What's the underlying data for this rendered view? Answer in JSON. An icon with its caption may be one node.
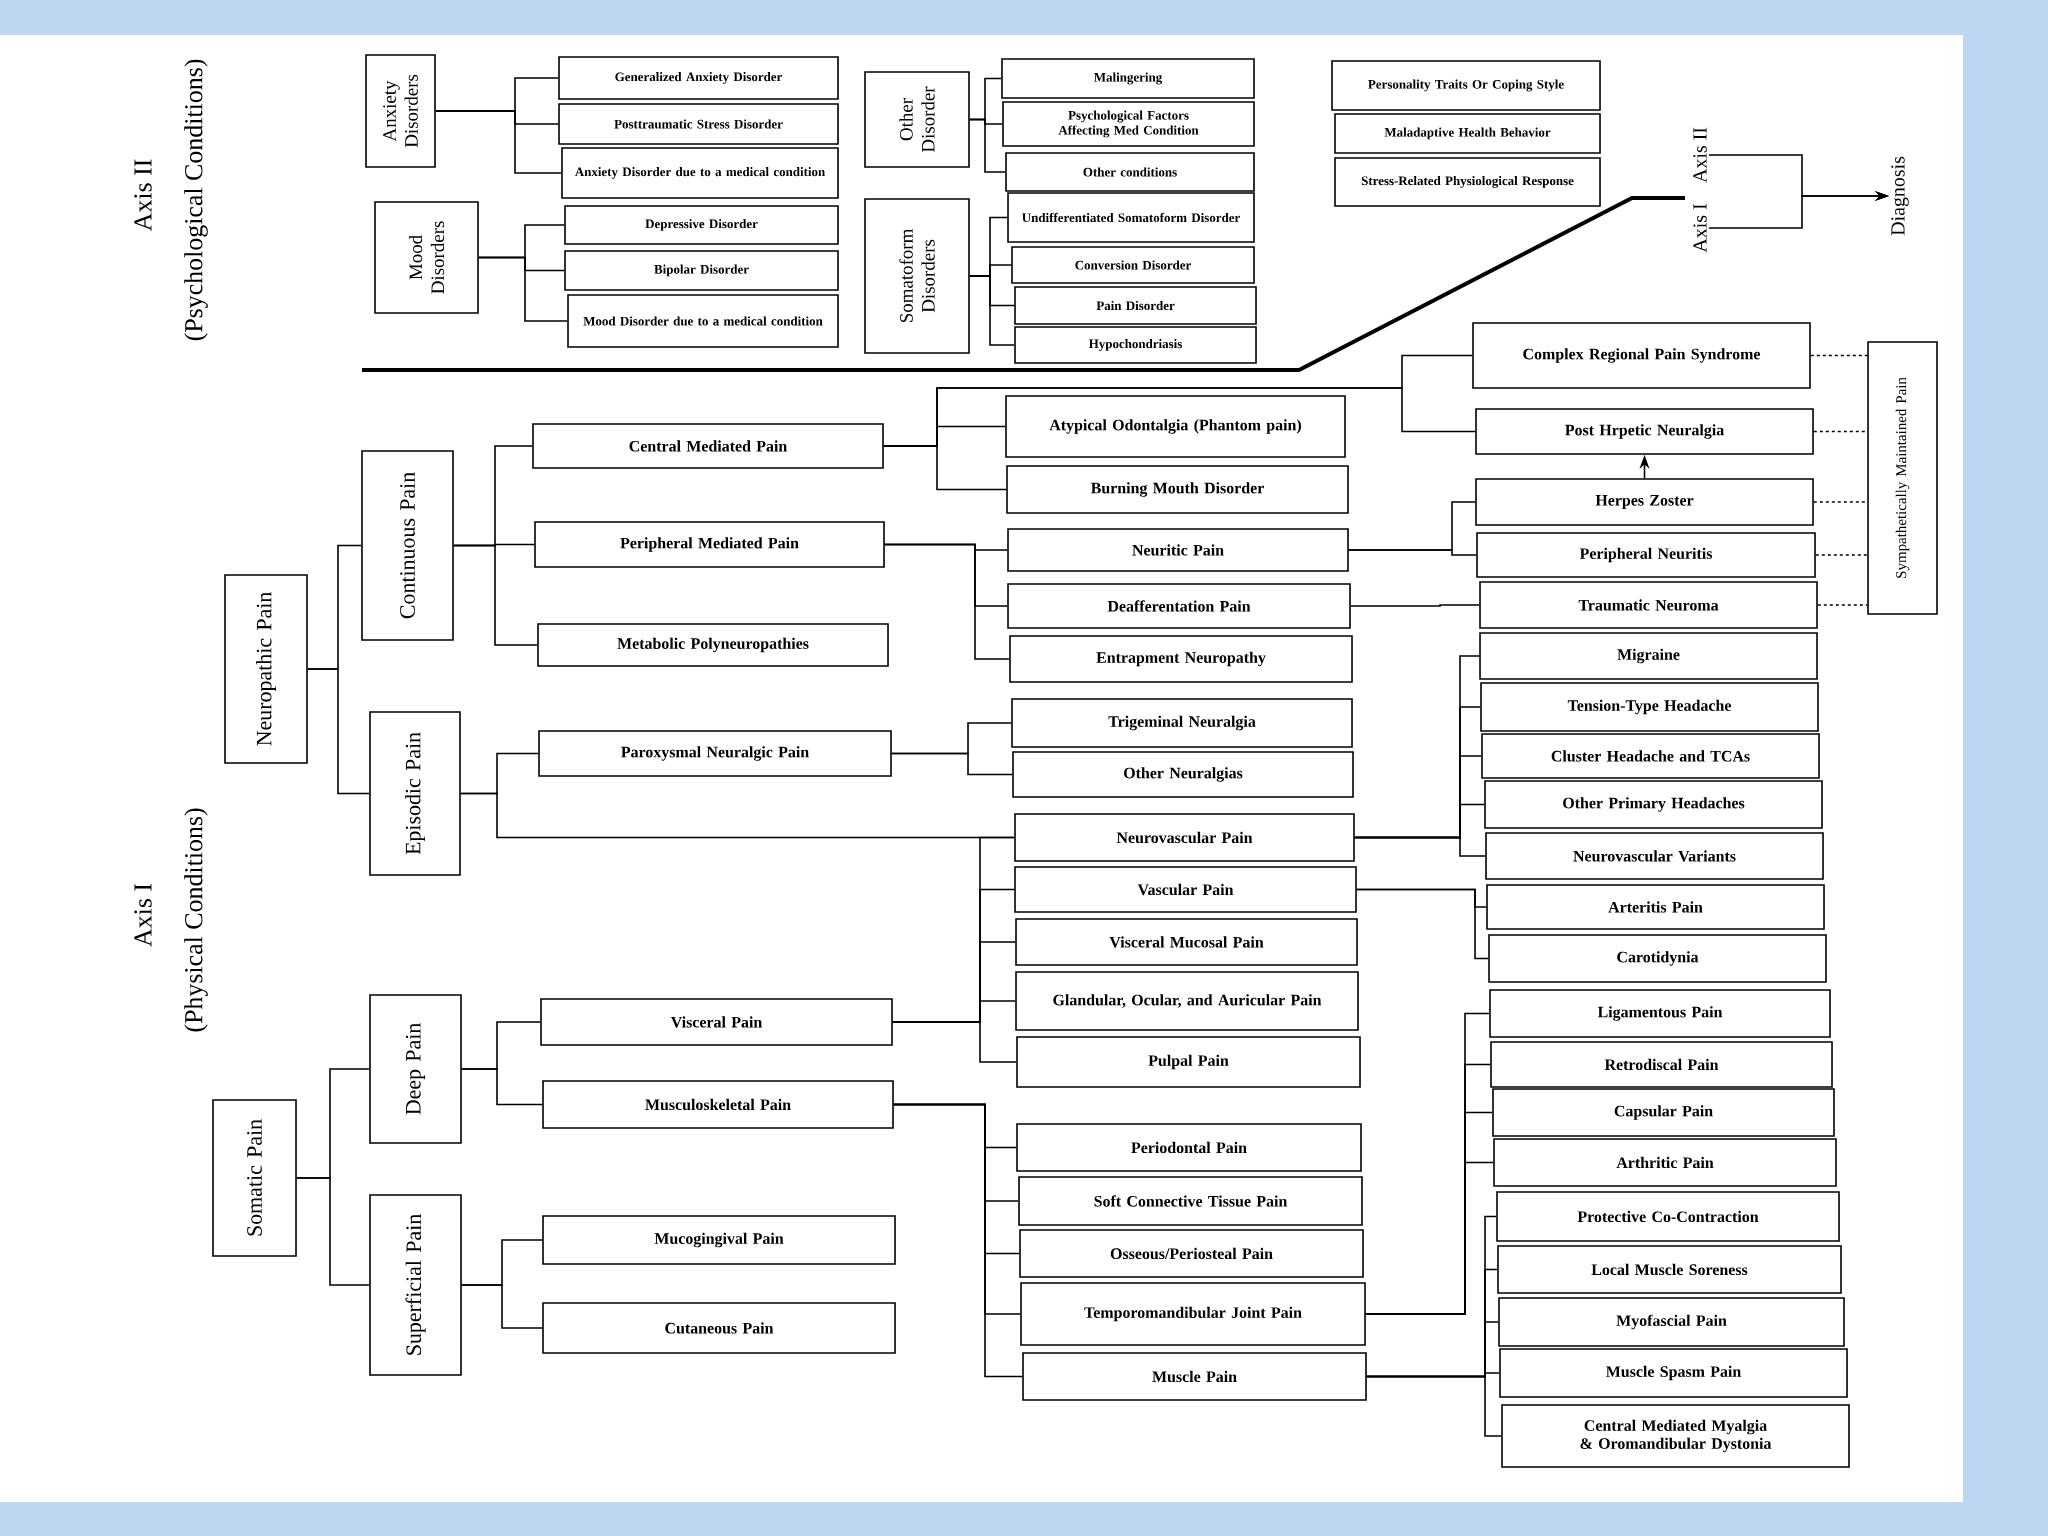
{
  "diagram": {
    "nodes": [
      {
        "text": [
          "Anxiety Disorders"
        ]
      },
      {
        "text": [
          "Generalized Anxiety Disorder"
        ]
      },
      {
        "text": [
          "Posttraumatic Stress Disorder"
        ]
      },
      {
        "text": [
          "Anxiety Disorder due to a medical condition"
        ]
      },
      {
        "text": [
          "Mood Disorders"
        ]
      },
      {
        "text": [
          "Depressive Disorder"
        ]
      },
      {
        "text": [
          "Bipolar Disorder"
        ]
      },
      {
        "text": [
          "Mood Disorder due to a medical condition"
        ]
      },
      {
        "text": [
          "Other Disorder"
        ]
      },
      {
        "text": [
          "Malingering"
        ]
      },
      {
        "text": [
          "Psychological Factors Affecting Med Condition"
        ]
      },
      {
        "text": [
          "Other conditions"
        ]
      },
      {
        "text": [
          "Somatoform Disorders"
        ]
      },
      {
        "text": [
          "Undifferentiated Somatoform Disorder"
        ]
      },
      {
        "text": [
          "Conversion Disorder"
        ]
      },
      {
        "text": [
          "Pain Disorder"
        ]
      },
      {
        "text": [
          "Hypochondriasis"
        ]
      },
      {
        "text": [
          "Personality Traits Or Coping Style"
        ]
      },
      {
        "text": [
          "Maladaptive Health Behavior"
        ]
      },
      {
        "text": [
          "Stress-Related Physiological Response"
        ]
      },
      {
        "text": [
          "Axis II"
        ]
      },
      {
        "text": [
          "Axis I"
        ]
      },
      {
        "text": [
          "Diagnosis"
        ]
      },
      {
        "text": [
          "Neuropathic Pain"
        ]
      },
      {
        "text": [
          "Continuous Pain"
        ]
      },
      {
        "text": [
          "Episodic Pain"
        ]
      },
      {
        "text": [
          "Central Mediated Pain"
        ]
      },
      {
        "text": [
          "Peripheral Mediated Pain"
        ]
      },
      {
        "text": [
          "Metabolic Polyneuropathies"
        ]
      },
      {
        "text": [
          "Paroxysmal Neuralgic Pain"
        ]
      },
      {
        "text": [
          "Atypical Odontalgia (Phantom pain)"
        ]
      },
      {
        "text": [
          "Burning Mouth Disorder"
        ]
      },
      {
        "text": [
          "Neuritic Pain"
        ]
      },
      {
        "text": [
          "Deafferentation Pain"
        ]
      },
      {
        "text": [
          "Entrapment Neuropathy"
        ]
      },
      {
        "text": [
          "Trigeminal Neuralgia"
        ]
      },
      {
        "text": [
          "Other Neuralgias"
        ]
      },
      {
        "text": [
          "Neurovascular Pain"
        ]
      },
      {
        "text": [
          "Complex Regional Pain Syndrome"
        ]
      },
      {
        "text": [
          "Post Hrpetic Neuralgia"
        ]
      },
      {
        "text": [
          "Herpes Zoster"
        ]
      },
      {
        "text": [
          "Peripheral Neuritis"
        ]
      },
      {
        "text": [
          "Traumatic Neuroma"
        ]
      },
      {
        "text": [
          "Sympathetically Maintained Pain"
        ]
      },
      {
        "text": [
          "Migraine"
        ]
      },
      {
        "text": [
          "Tension-Type Headache"
        ]
      },
      {
        "text": [
          "Cluster Headache and TCAs"
        ]
      },
      {
        "text": [
          "Other Primary Headaches"
        ]
      },
      {
        "text": [
          "Neurovascular Variants"
        ]
      },
      {
        "text": [
          "Somatic Pain"
        ]
      },
      {
        "text": [
          "Deep Pain"
        ]
      },
      {
        "text": [
          "Superficial Pain"
        ]
      },
      {
        "text": [
          "Visceral Pain"
        ]
      },
      {
        "text": [
          "Musculoskeletal Pain"
        ]
      },
      {
        "text": [
          "Mucogingival Pain"
        ]
      },
      {
        "text": [
          "Cutaneous Pain"
        ]
      },
      {
        "text": [
          "Vascular Pain"
        ]
      },
      {
        "text": [
          "Visceral Mucosal Pain"
        ]
      },
      {
        "text": [
          "Glandular, Ocular, and Auricular Pain"
        ]
      },
      {
        "text": [
          "Pulpal Pain"
        ]
      },
      {
        "text": [
          "Arteritis Pain"
        ]
      },
      {
        "text": [
          "Carotidynia"
        ]
      },
      {
        "text": [
          "Periodontal Pain"
        ]
      },
      {
        "text": [
          "Soft Connective Tissue Pain"
        ]
      },
      {
        "text": [
          "Osseous/Periosteal Pain"
        ]
      },
      {
        "text": [
          "Temporomandibular Joint Pain"
        ]
      },
      {
        "text": [
          "Muscle Pain"
        ]
      },
      {
        "text": [
          "Ligamentous Pain"
        ]
      },
      {
        "text": [
          "Retrodiscal Pain"
        ]
      },
      {
        "text": [
          "Capsular Pain"
        ]
      },
      {
        "text": [
          "Arthritic Pain"
        ]
      },
      {
        "text": [
          "Protective Co-Contraction"
        ]
      },
      {
        "text": [
          "Local Muscle Soreness"
        ]
      },
      {
        "text": [
          "Myofascial Pain"
        ]
      },
      {
        "text": [
          "Muscle Spasm Pain"
        ]
      },
      {
        "text": [
          "Central Mediated Myalgia & Oromandibular Dystonia"
        ]
      }
    ],
    "edges": [
      {
        "from": 0,
        "to": 1,
        "arrow": "none"
      },
      {
        "from": 0,
        "to": 2,
        "arrow": "none"
      },
      {
        "from": 0,
        "to": 3,
        "arrow": "none"
      },
      {
        "from": 4,
        "to": 5,
        "arrow": "none"
      },
      {
        "from": 4,
        "to": 6,
        "arrow": "none"
      },
      {
        "from": 4,
        "to": 7,
        "arrow": "none"
      },
      {
        "from": 8,
        "to": 9,
        "arrow": "none"
      },
      {
        "from": 8,
        "to": 10,
        "arrow": "none"
      },
      {
        "from": 8,
        "to": 11,
        "arrow": "none"
      },
      {
        "from": 12,
        "to": 13,
        "arrow": "none"
      },
      {
        "from": 12,
        "to": 14,
        "arrow": "none"
      },
      {
        "from": 12,
        "to": 15,
        "arrow": "none"
      },
      {
        "from": 12,
        "to": 16,
        "arrow": "none"
      },
      {
        "from": 20,
        "to": 22,
        "arrow": "to"
      },
      {
        "from": 21,
        "to": 22,
        "arrow": "to"
      },
      {
        "from": 23,
        "to": 24,
        "arrow": "none"
      },
      {
        "from": 23,
        "to": 25,
        "arrow": "none"
      },
      {
        "from": 24,
        "to": 26,
        "arrow": "none"
      },
      {
        "from": 24,
        "to": 27,
        "arrow": "none"
      },
      {
        "from": 24,
        "to": 28,
        "arrow": "none"
      },
      {
        "from": 25,
        "to": 29,
        "arrow": "none"
      },
      {
        "from": 25,
        "to": 37,
        "arrow": "none"
      },
      {
        "from": 26,
        "to": 30,
        "arrow": "none"
      },
      {
        "from": 26,
        "to": 31,
        "arrow": "none"
      },
      {
        "from": 26,
        "to": 38,
        "arrow": "none"
      },
      {
        "from": 26,
        "to": 39,
        "arrow": "none"
      },
      {
        "from": 27,
        "to": 32,
        "arrow": "none"
      },
      {
        "from": 27,
        "to": 33,
        "arrow": "none"
      },
      {
        "from": 27,
        "to": 34,
        "arrow": "none"
      },
      {
        "from": 29,
        "to": 35,
        "arrow": "none"
      },
      {
        "from": 29,
        "to": 36,
        "arrow": "none"
      },
      {
        "from": 32,
        "to": 40,
        "arrow": "none"
      },
      {
        "from": 32,
        "to": 41,
        "arrow": "none"
      },
      {
        "from": 33,
        "to": 42,
        "arrow": "none"
      },
      {
        "from": 40,
        "to": 39,
        "arrow": "to"
      },
      {
        "from": 38,
        "to": 43,
        "arrow": "none",
        "style": "dashed"
      },
      {
        "from": 39,
        "to": 43,
        "arrow": "none",
        "style": "dashed"
      },
      {
        "from": 40,
        "to": 43,
        "arrow": "none",
        "style": "dashed"
      },
      {
        "from": 41,
        "to": 43,
        "arrow": "none",
        "style": "dashed"
      },
      {
        "from": 42,
        "to": 43,
        "arrow": "none",
        "style": "dashed"
      },
      {
        "from": 37,
        "to": 44,
        "arrow": "none"
      },
      {
        "from": 37,
        "to": 45,
        "arrow": "none"
      },
      {
        "from": 37,
        "to": 46,
        "arrow": "none"
      },
      {
        "from": 37,
        "to": 47,
        "arrow": "none"
      },
      {
        "from": 37,
        "to": 48,
        "arrow": "none"
      },
      {
        "from": 49,
        "to": 50,
        "arrow": "none"
      },
      {
        "from": 49,
        "to": 51,
        "arrow": "none"
      },
      {
        "from": 50,
        "to": 52,
        "arrow": "none"
      },
      {
        "from": 50,
        "to": 53,
        "arrow": "none"
      },
      {
        "from": 51,
        "to": 54,
        "arrow": "none"
      },
      {
        "from": 51,
        "to": 55,
        "arrow": "none"
      },
      {
        "from": 52,
        "to": 37,
        "arrow": "none"
      },
      {
        "from": 52,
        "to": 56,
        "arrow": "none"
      },
      {
        "from": 52,
        "to": 57,
        "arrow": "none"
      },
      {
        "from": 52,
        "to": 58,
        "arrow": "none"
      },
      {
        "from": 52,
        "to": 59,
        "arrow": "none"
      },
      {
        "from": 56,
        "to": 60,
        "arrow": "none"
      },
      {
        "from": 56,
        "to": 61,
        "arrow": "none"
      },
      {
        "from": 53,
        "to": 62,
        "arrow": "none"
      },
      {
        "from": 53,
        "to": 63,
        "arrow": "none"
      },
      {
        "from": 53,
        "to": 64,
        "arrow": "none"
      },
      {
        "from": 53,
        "to": 65,
        "arrow": "none"
      },
      {
        "from": 53,
        "to": 66,
        "arrow": "none"
      },
      {
        "from": 65,
        "to": 67,
        "arrow": "none"
      },
      {
        "from": 65,
        "to": 68,
        "arrow": "none"
      },
      {
        "from": 65,
        "to": 69,
        "arrow": "none"
      },
      {
        "from": 65,
        "to": 70,
        "arrow": "none"
      },
      {
        "from": 66,
        "to": 71,
        "arrow": "none"
      },
      {
        "from": 66,
        "to": 72,
        "arrow": "none"
      },
      {
        "from": 66,
        "to": 73,
        "arrow": "none"
      },
      {
        "from": 66,
        "to": 74,
        "arrow": "none"
      },
      {
        "from": 66,
        "to": 75,
        "arrow": "none"
      }
    ],
    "labels": [
      "Axis II",
      "(Psychological Conditions)",
      "Axis I",
      "(Physical Conditions)"
    ]
  }
}
